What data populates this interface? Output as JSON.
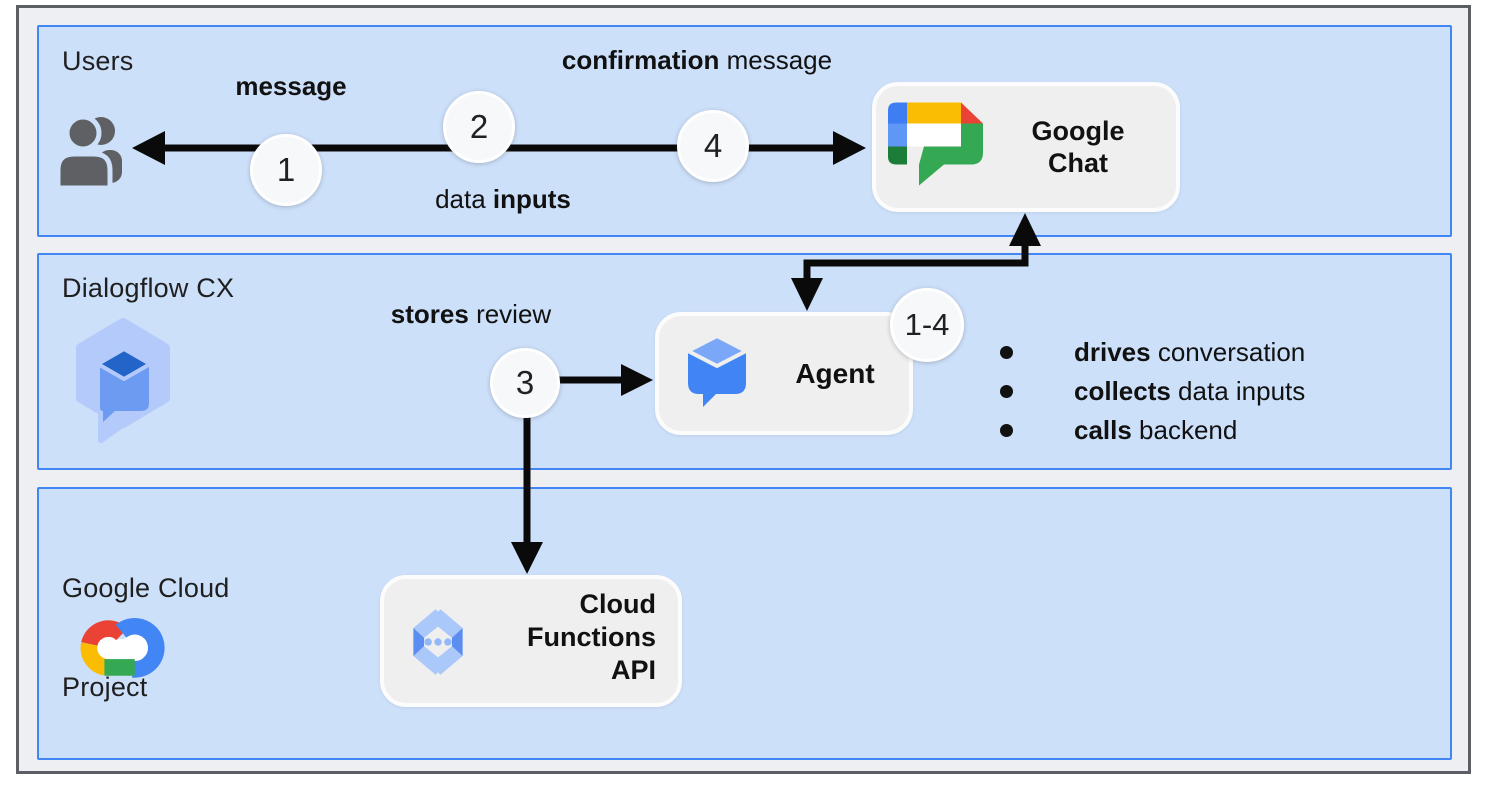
{
  "colors": {
    "band_fill": "#cde0fa",
    "band_border": "#4285f4",
    "canvas_fill": "#edeff2",
    "frame_border": "#5b5e63",
    "node_fill": "#efeff0",
    "arrow": "#0a0a0a",
    "text": "#1f1f1f",
    "badge_fill": "#f7f8f9",
    "google_blue": "#4285f4",
    "google_red": "#ea4335",
    "google_yellow": "#fbbc04",
    "google_green": "#34a853"
  },
  "bands": {
    "users": {
      "label": "Users"
    },
    "dialogflow_cx": {
      "label": "Dialogflow CX"
    },
    "google_cloud_project": {
      "label_line1": "Google Cloud",
      "label_line2": "Project"
    }
  },
  "flow_labels": {
    "message": {
      "bold": "message"
    },
    "confirmation_message": {
      "bold": "confirmation",
      "rest": " message"
    },
    "data_inputs": {
      "lead": "data ",
      "bold": "inputs"
    },
    "stores_review": {
      "bold": "stores",
      "rest": " review"
    }
  },
  "steps": {
    "step1": "1",
    "step2": "2",
    "step3": "3",
    "step4": "4",
    "range": "1-4"
  },
  "nodes": {
    "google_chat": {
      "line1": "Google",
      "line2": "Chat"
    },
    "agent": {
      "label": "Agent"
    },
    "cloud_functions": {
      "line1": "Cloud",
      "line2": "Functions",
      "line3": "API"
    }
  },
  "agent_notes": [
    {
      "bold": "drives",
      "rest": " conversation"
    },
    {
      "bold": "collects",
      "rest": " data inputs"
    },
    {
      "bold": "calls",
      "rest": " backend"
    }
  ],
  "icons": {
    "users": "users-icon",
    "google_chat": "google-chat-icon",
    "dialogflow_cx": "dialogflow-cx-icon",
    "agent": "dialogflow-agent-icon",
    "google_cloud": "google-cloud-icon",
    "cloud_functions": "cloud-functions-icon"
  }
}
